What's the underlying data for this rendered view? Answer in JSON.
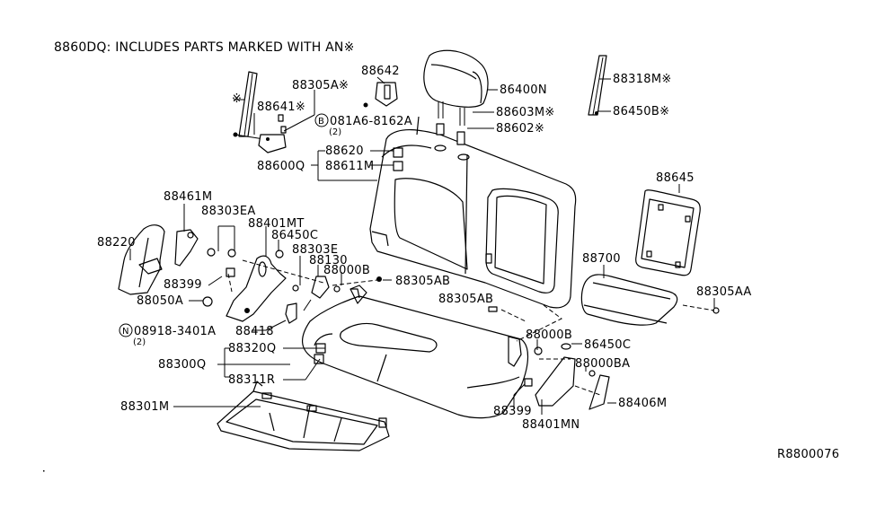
{
  "title": "8860DQ: INCLUDES PARTS MARKED WITH AN※",
  "diagram_id": "R8800076",
  "marker_symbol": "※",
  "labels": {
    "p88642": "88642",
    "p88305A": "88305A※",
    "p88641": "88641※",
    "p_star_left": "※",
    "p081A6": "081A6-8162A",
    "p081A6_qty": "(2)",
    "p081A6_prefix": "B",
    "p88620": "88620",
    "p88611M": "88611M",
    "p88600Q": "88600Q",
    "p86400N": "86400N",
    "p88603M": "88603M※",
    "p88602": "88602※",
    "p88318M": "88318M※",
    "p86450B": "86450B※",
    "p88645": "88645",
    "p88700": "88700",
    "p88305AA": "88305AA",
    "p88461M": "88461M",
    "p88303EA": "88303EA",
    "p88401MT": "88401MT",
    "p86450C_l": "86450C",
    "p88303E": "88303E",
    "p88130": "88130",
    "p88000B_l": "88000B",
    "p88305AB_l": "88305AB",
    "p88305AB_m": "88305AB",
    "p88220": "88220",
    "p88399_l": "88399",
    "p88050A": "88050A",
    "p08918": "08918-3401A",
    "p08918_qty": "(2)",
    "p08918_prefix": "N",
    "p88418": "88418",
    "p88320Q": "88320Q",
    "p88300Q": "88300Q",
    "p88311R": "88311R",
    "p88301M": "88301M",
    "p88000B_r": "88000B",
    "p86450C_r": "86450C",
    "p88000BA": "88000BA",
    "p88406M": "88406M",
    "p88399_r": "88399",
    "p88401MN": "88401MN"
  }
}
